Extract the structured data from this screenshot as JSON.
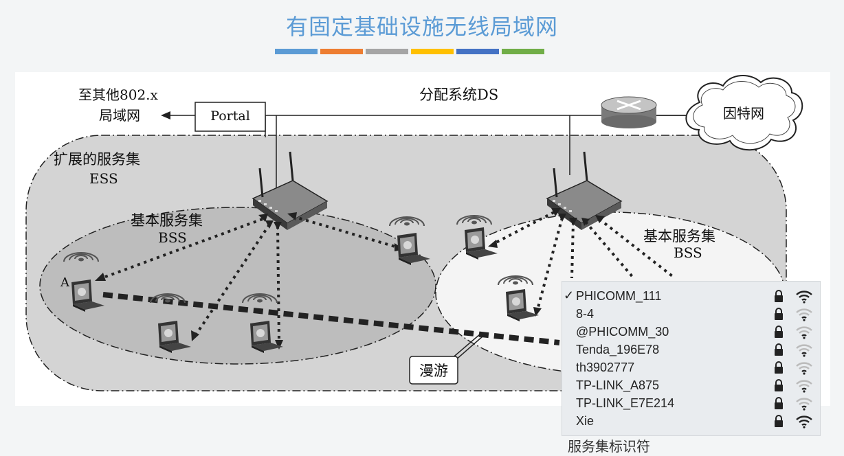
{
  "title": "有固定基础设施无线局域网",
  "color_bars": [
    "#5b9bd5",
    "#ed7d31",
    "#a5a5a5",
    "#ffc000",
    "#4472c4",
    "#70ad47"
  ],
  "diagram": {
    "other_lan_line1": "至其他802.x",
    "other_lan_line2": "局域网",
    "portal": "Portal",
    "ds": "分配系统DS",
    "internet": "因特网",
    "ess_line1": "扩展的服务集",
    "ess_line2": "ESS",
    "bss_left_line1": "基本服务集",
    "bss_left_line2": "BSS",
    "bss_right_line1": "基本服务集",
    "bss_right_line2": "BSS",
    "station_a": "A",
    "roaming": "漫游"
  },
  "wifi_list": {
    "networks": [
      {
        "name": "PHICOMM_111",
        "connected": true,
        "locked": true,
        "signal": "strong"
      },
      {
        "name": "8-4",
        "connected": false,
        "locked": true,
        "signal": "weak"
      },
      {
        "name": "@PHICOMM_30",
        "connected": false,
        "locked": true,
        "signal": "weak"
      },
      {
        "name": "Tenda_196E78",
        "connected": false,
        "locked": true,
        "signal": "weak"
      },
      {
        "name": "th3902777",
        "connected": false,
        "locked": true,
        "signal": "weak"
      },
      {
        "name": "TP-LINK_A875",
        "connected": false,
        "locked": true,
        "signal": "weak"
      },
      {
        "name": "TP-LINK_E7E214",
        "connected": false,
        "locked": true,
        "signal": "weak"
      },
      {
        "name": "Xie",
        "connected": false,
        "locked": true,
        "signal": "strong"
      }
    ],
    "check_mark": "✓",
    "icons": [
      "lock-icon",
      "wifi-signal-icon",
      "check-icon"
    ]
  },
  "caption": "服务集标识符"
}
